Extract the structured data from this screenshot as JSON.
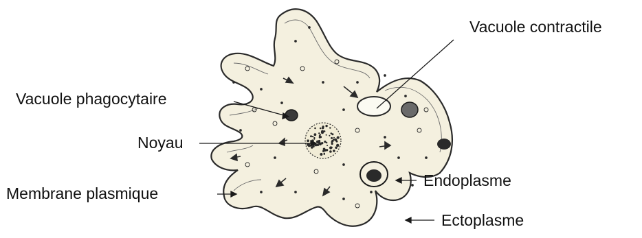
{
  "diagram": {
    "labels": {
      "vacuole_contractile": "Vacuole contractile",
      "vacuole_phagocytaire": "Vacuole phagocytaire",
      "noyau": "Noyau",
      "membrane_plasmique": "Membrane plasmique",
      "endoplasme": "Endoplasme",
      "ectoplasme": "Ectoplasme"
    },
    "colors": {
      "ink": "#2a2a2a",
      "cell_fill": "#f4f0df",
      "background": "#ffffff",
      "text": "#111111"
    }
  }
}
